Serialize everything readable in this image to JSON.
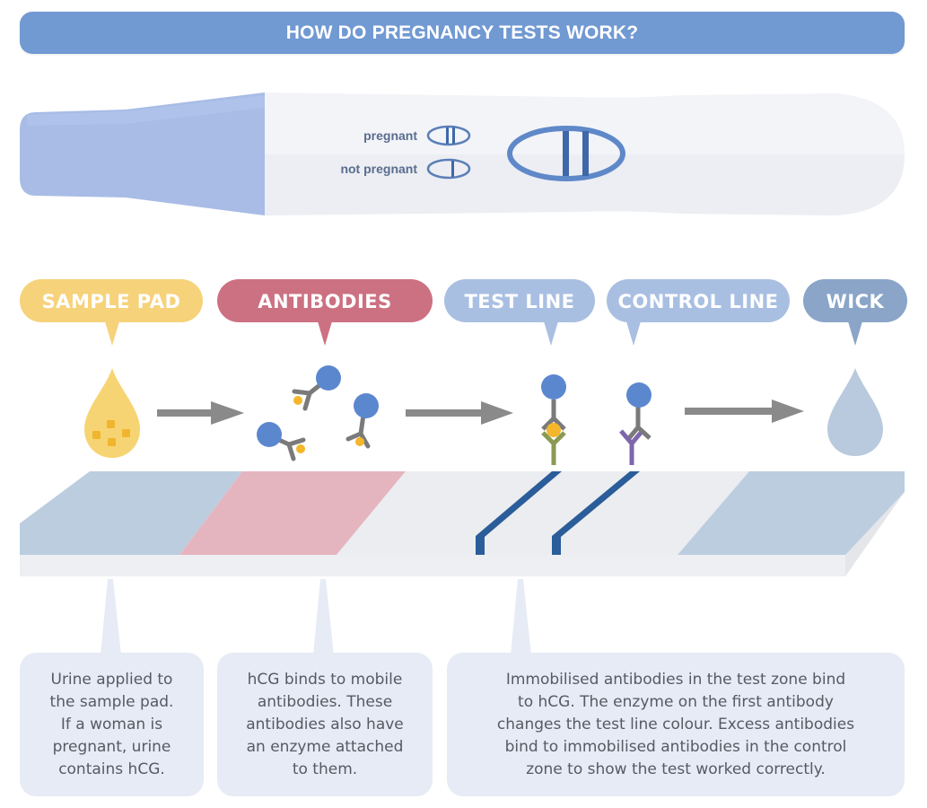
{
  "title": "HOW DO PREGNANCY TESTS WORK?",
  "device": {
    "legend_pregnant": "pregnant",
    "legend_not_pregnant": "not pregnant",
    "result": "pregnant"
  },
  "stages": [
    {
      "id": "sample-pad",
      "label": "SAMPLE PAD",
      "color": "#f6d27a"
    },
    {
      "id": "antibodies",
      "label": "ANTIBODIES",
      "color": "#cc7182"
    },
    {
      "id": "test-line",
      "label": "TEST LINE",
      "color": "#a9bfe2"
    },
    {
      "id": "control-line",
      "label": "CONTROL LINE",
      "color": "#a9bfe2"
    },
    {
      "id": "wick",
      "label": "WICK",
      "color": "#8aa5c8"
    }
  ],
  "descriptions": [
    {
      "id": "sample-pad",
      "lines": [
        "Urine applied to",
        "the sample pad.",
        "If a woman is",
        "pregnant, urine",
        "contains hCG."
      ]
    },
    {
      "id": "antibodies",
      "lines": [
        "hCG binds to mobile",
        "antibodies. These",
        "antibodies also have",
        "an enzyme attached",
        "to them."
      ]
    },
    {
      "id": "test-zone",
      "lines": [
        "Immobilised antibodies in the test zone bind",
        "to hCG. The enzyme on the first antibody",
        "changes the test line colour. Excess antibodies",
        "bind to immobilised antibodies in the control",
        "zone to show the test worked correctly."
      ]
    }
  ],
  "colors": {
    "title_bg": "#7199d2",
    "strip_blue": "#bccde0",
    "strip_pink": "#e5b5bf",
    "strip_grey": "#ebedf0",
    "line_blue": "#2a5d99",
    "antibody_head": "#5b87cf",
    "antibody_arm": "#7a7a7a",
    "hcg": "#f4b62b",
    "test_antibody": "#8a9a52",
    "control_antibody": "#7e66ad",
    "arrow": "#8a8a8a"
  }
}
